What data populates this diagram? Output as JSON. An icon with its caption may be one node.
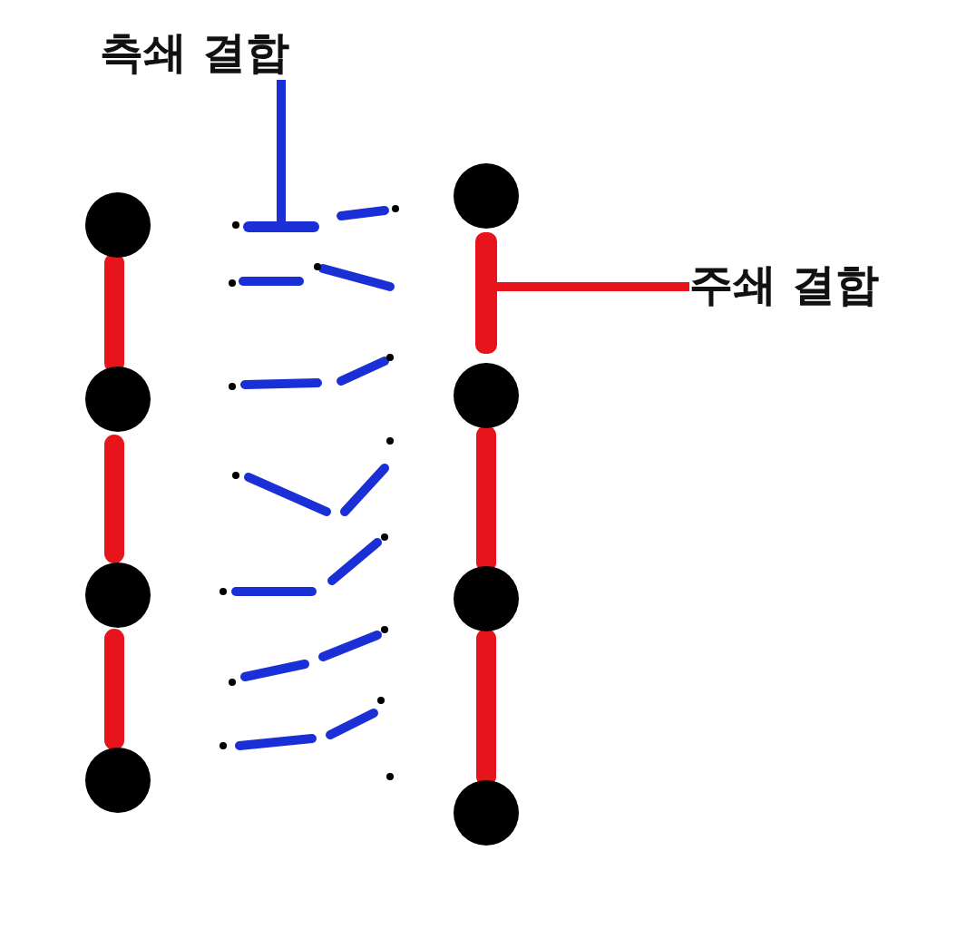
{
  "diagram": {
    "nodes": [
      {
        "text": [
          "측쇄 결합"
        ]
      },
      {
        "text": [],
        "shape": "bar"
      },
      {
        "text": [
          "주쇄 결합"
        ]
      },
      {
        "text": [],
        "shape": "bar"
      }
    ],
    "edges": [
      {
        "from": 0,
        "to": 1,
        "arrow": "none",
        "color": "#1a2fd6"
      },
      {
        "from": 2,
        "to": 3,
        "arrow": "none",
        "color": "#e8141b"
      }
    ]
  }
}
